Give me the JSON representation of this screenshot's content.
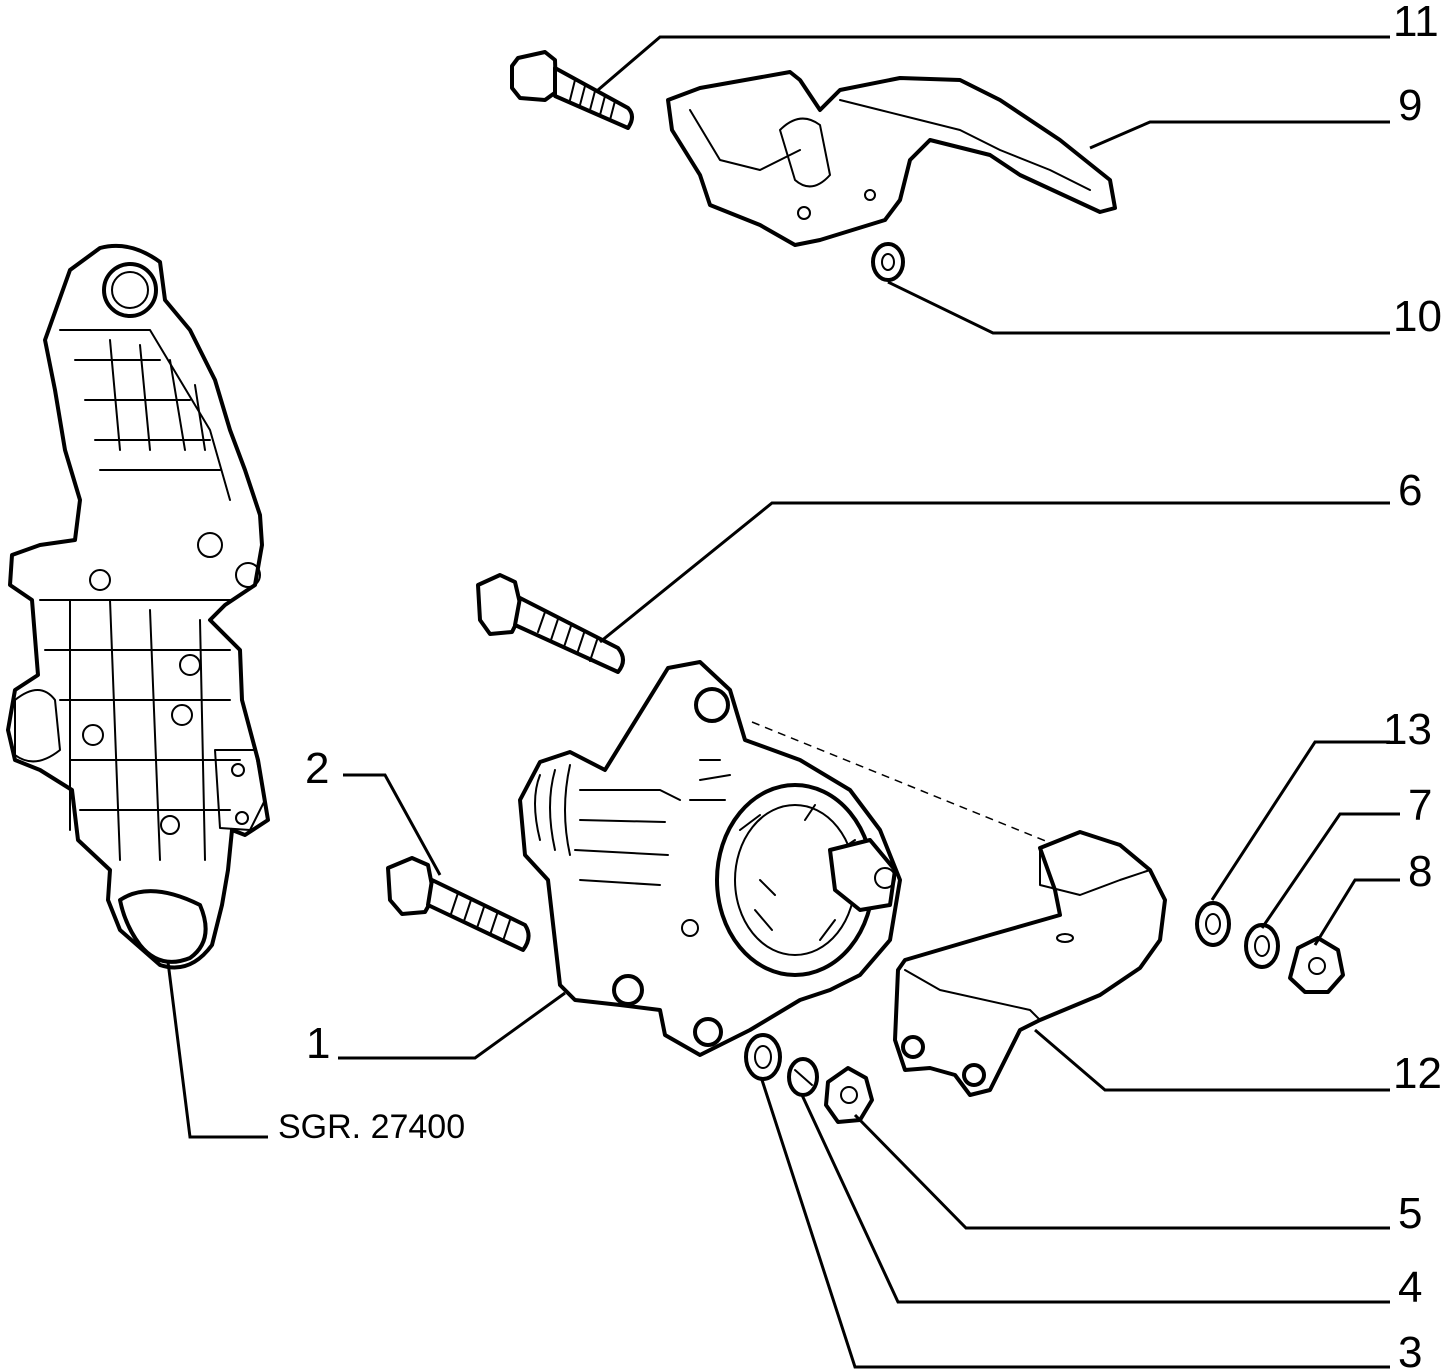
{
  "callouts": {
    "c1": "1",
    "c2": "2",
    "c3": "3",
    "c4": "4",
    "c5": "5",
    "c6": "6",
    "c7": "7",
    "c8": "8",
    "c9": "9",
    "c10": "10",
    "c11": "11",
    "c12": "12",
    "c13": "13"
  },
  "reference": "SGR. 27400"
}
